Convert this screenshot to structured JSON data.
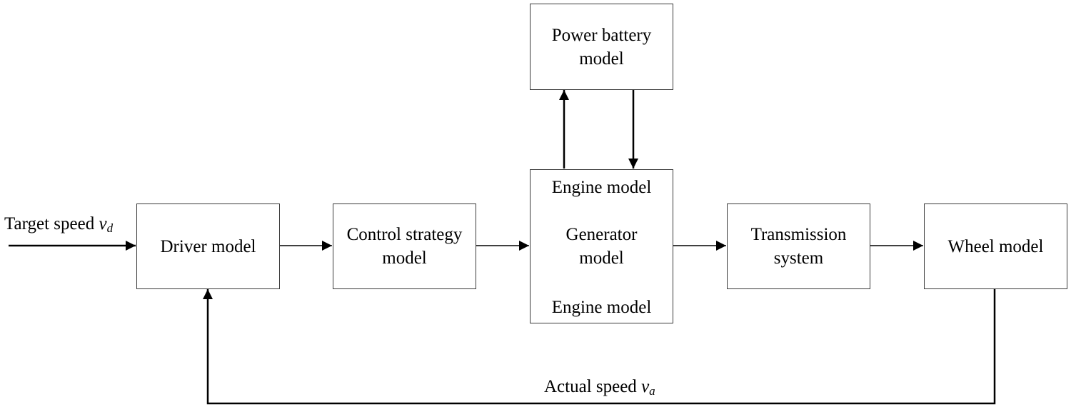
{
  "blocks": {
    "power_battery": "Power battery\nmodel",
    "driver": "Driver model",
    "control_strategy": "Control strategy\nmodel",
    "generator_unit": {
      "top": "Engine model",
      "middle": "Generator\nmodel",
      "bottom": "Engine model"
    },
    "transmission": "Transmission\nsystem",
    "wheel": "Wheel model"
  },
  "signals": {
    "target_speed": {
      "text": "Target speed ",
      "symbol": "v",
      "subscript": "d"
    },
    "actual_speed": {
      "text": "Actual speed ",
      "symbol": "v",
      "subscript": "a"
    }
  },
  "colors": {
    "line": "#000000",
    "block_border": "#3a3a3a"
  }
}
